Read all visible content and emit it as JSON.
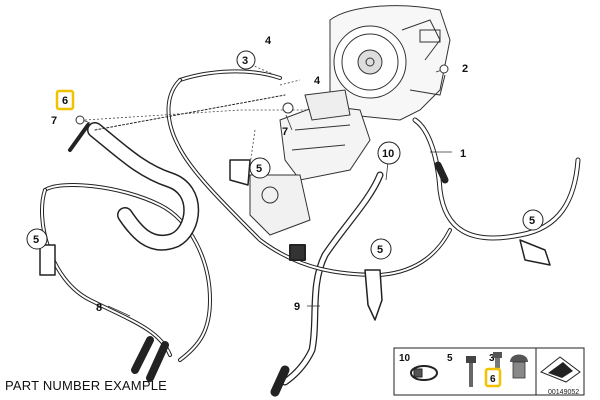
{
  "caption": "PART NUMBER EXAMPLE",
  "doc_number": "00149052",
  "highlight_color": "#f2c200",
  "callouts": [
    {
      "id": "c1",
      "label": "1"
    },
    {
      "id": "c2",
      "label": "2"
    },
    {
      "id": "c3",
      "label": "3"
    },
    {
      "id": "c4a",
      "label": "4"
    },
    {
      "id": "c4b",
      "label": "4"
    },
    {
      "id": "c5a",
      "label": "5"
    },
    {
      "id": "c5b",
      "label": "5"
    },
    {
      "id": "c5c",
      "label": "5"
    },
    {
      "id": "c5d",
      "label": "5"
    },
    {
      "id": "c6",
      "label": "6",
      "highlighted": true
    },
    {
      "id": "c7a",
      "label": "7"
    },
    {
      "id": "c7b",
      "label": "7"
    },
    {
      "id": "c8",
      "label": "8"
    },
    {
      "id": "c9",
      "label": "9"
    },
    {
      "id": "c10",
      "label": "10"
    }
  ],
  "legend": [
    {
      "id": "l10",
      "label": "10"
    },
    {
      "id": "l5",
      "label": "5"
    },
    {
      "id": "l3",
      "label": "3"
    },
    {
      "id": "l6",
      "label": "6",
      "highlighted": true
    }
  ]
}
